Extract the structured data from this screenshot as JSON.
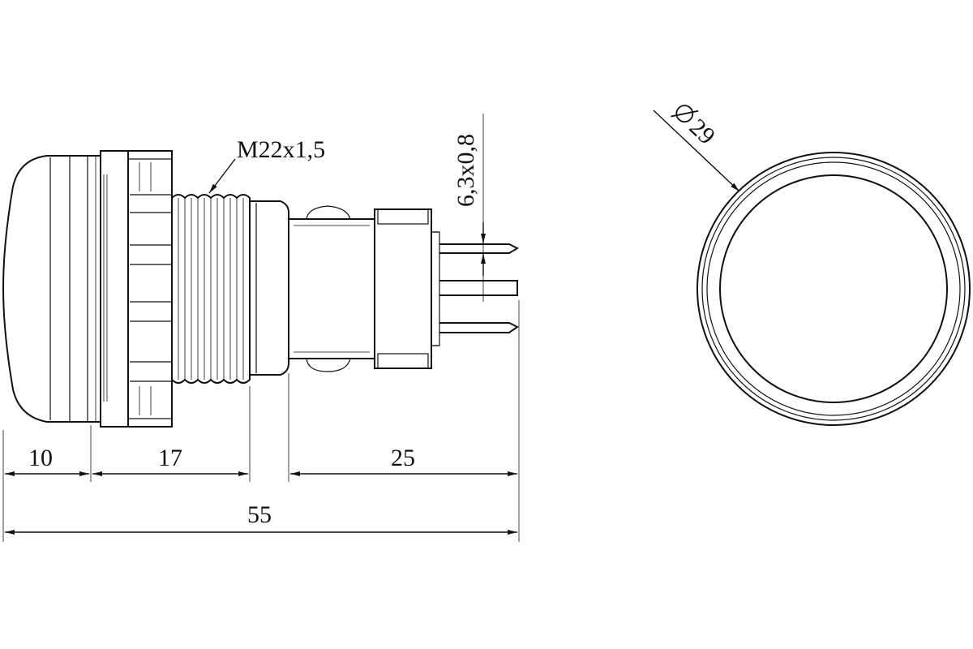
{
  "labels": {
    "thread": "M22x1,5",
    "terminal": "6,3x0,8",
    "diameter": "29",
    "dim_cap": "10",
    "dim_nut": "17",
    "dim_body": "25",
    "dim_total": "55"
  },
  "icons": {
    "diameter": "diameter-symbol-icon"
  }
}
